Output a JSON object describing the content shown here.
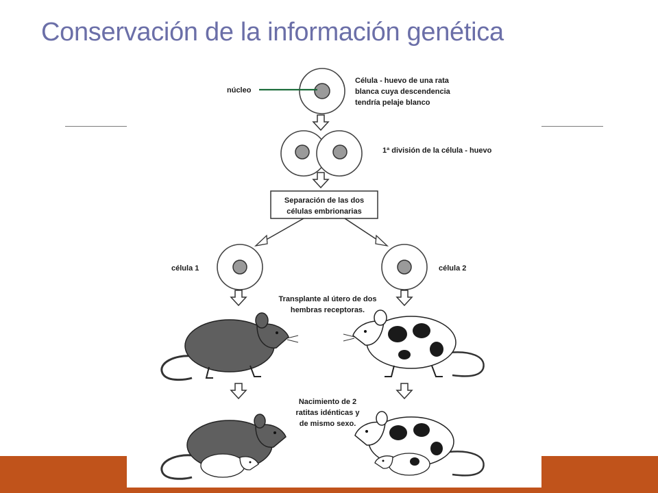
{
  "slide": {
    "title": "Conservación de la información genética"
  },
  "figure": {
    "nucleus_label": "núcleo",
    "egg_cell_text": [
      "Célula - huevo de una rata",
      "blanca cuya descendencia",
      "tendría pelaje blanco"
    ],
    "first_division_text": "1ª división de la célula - huevo",
    "separation_box_text": [
      "Separación de las dos",
      "células embrionarias"
    ],
    "cell1_label": "célula 1",
    "cell2_label": "célula 2",
    "transplant_text": [
      "Transplante al útero de dos",
      "hembras receptoras."
    ],
    "birth_text": [
      "Nacimiento de 2",
      "ratitas idénticas y",
      "de mismo sexo."
    ]
  },
  "colors": {
    "title": "#6b6fa8",
    "footer_bar": "#c0531b",
    "nucleus_pointer": "#1b6b3a",
    "dark_rat": "#5f5f5f",
    "spot": "#1a1a1a"
  }
}
